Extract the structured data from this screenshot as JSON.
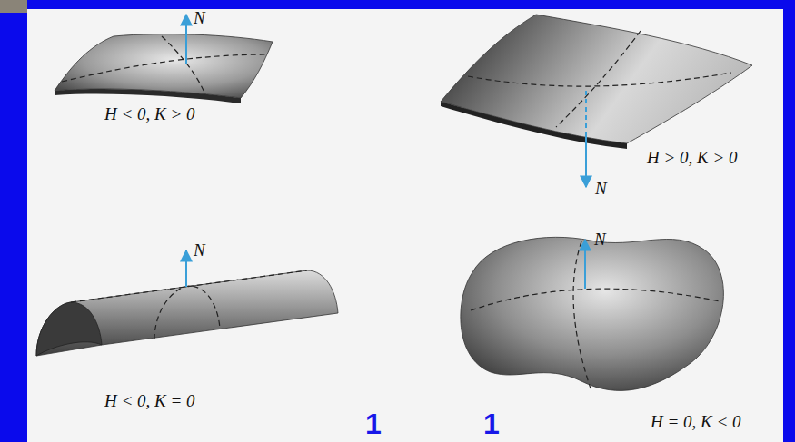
{
  "diagram": {
    "labels": [
      "N",
      "H < 0, K > 0",
      "N",
      "H > 0, K > 0",
      "N",
      "H < 0, K = 0",
      "N",
      "H = 0, K < 0",
      "1",
      "1"
    ]
  }
}
